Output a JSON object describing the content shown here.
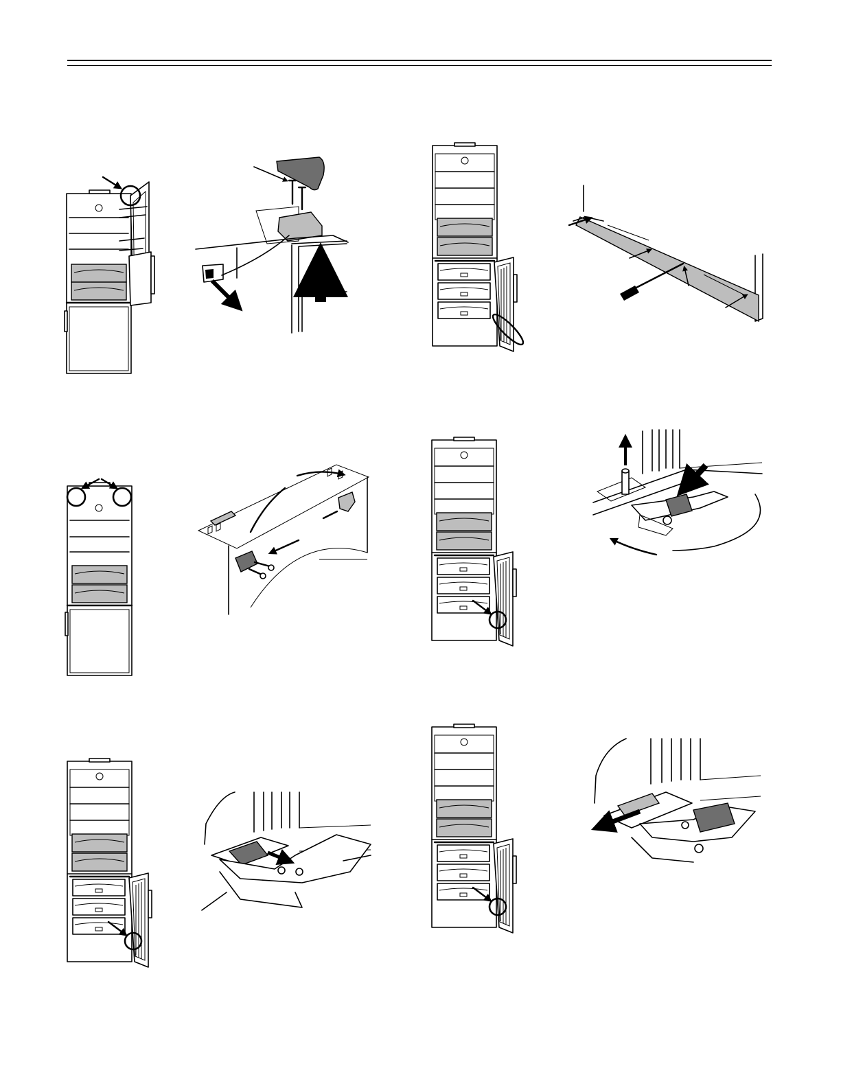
{
  "page": {
    "header_rules": [
      "thick",
      "thin"
    ],
    "figures": [
      {
        "id": "fig-1",
        "icon": "fridge-top-door-open-hinge-icon"
      },
      {
        "id": "fig-2",
        "icon": "top-hinge-cover-removal-icon"
      },
      {
        "id": "fig-3",
        "icon": "fridge-bottom-door-open-icon"
      },
      {
        "id": "fig-4",
        "icon": "base-trim-screwdriver-icon"
      },
      {
        "id": "fig-5",
        "icon": "fridge-top-corners-icon"
      },
      {
        "id": "fig-6",
        "icon": "cabinet-top-hinge-parts-icon"
      },
      {
        "id": "fig-7",
        "icon": "fridge-bottom-hinge-circle-icon"
      },
      {
        "id": "fig-8",
        "icon": "bottom-hinge-pin-lift-icon"
      },
      {
        "id": "fig-9",
        "icon": "fridge-bottom-hinge-circle-icon"
      },
      {
        "id": "fig-10",
        "icon": "bottom-hinge-cover-pull-icon"
      },
      {
        "id": "fig-11",
        "icon": "fridge-bottom-hinge-circle-icon"
      },
      {
        "id": "fig-12",
        "icon": "bottom-hinge-slide-out-icon"
      }
    ]
  },
  "colors": {
    "line": "#000000",
    "fill_light": "#bdbdbd",
    "fill_dark": "#6e6e6e",
    "background": "#ffffff"
  }
}
